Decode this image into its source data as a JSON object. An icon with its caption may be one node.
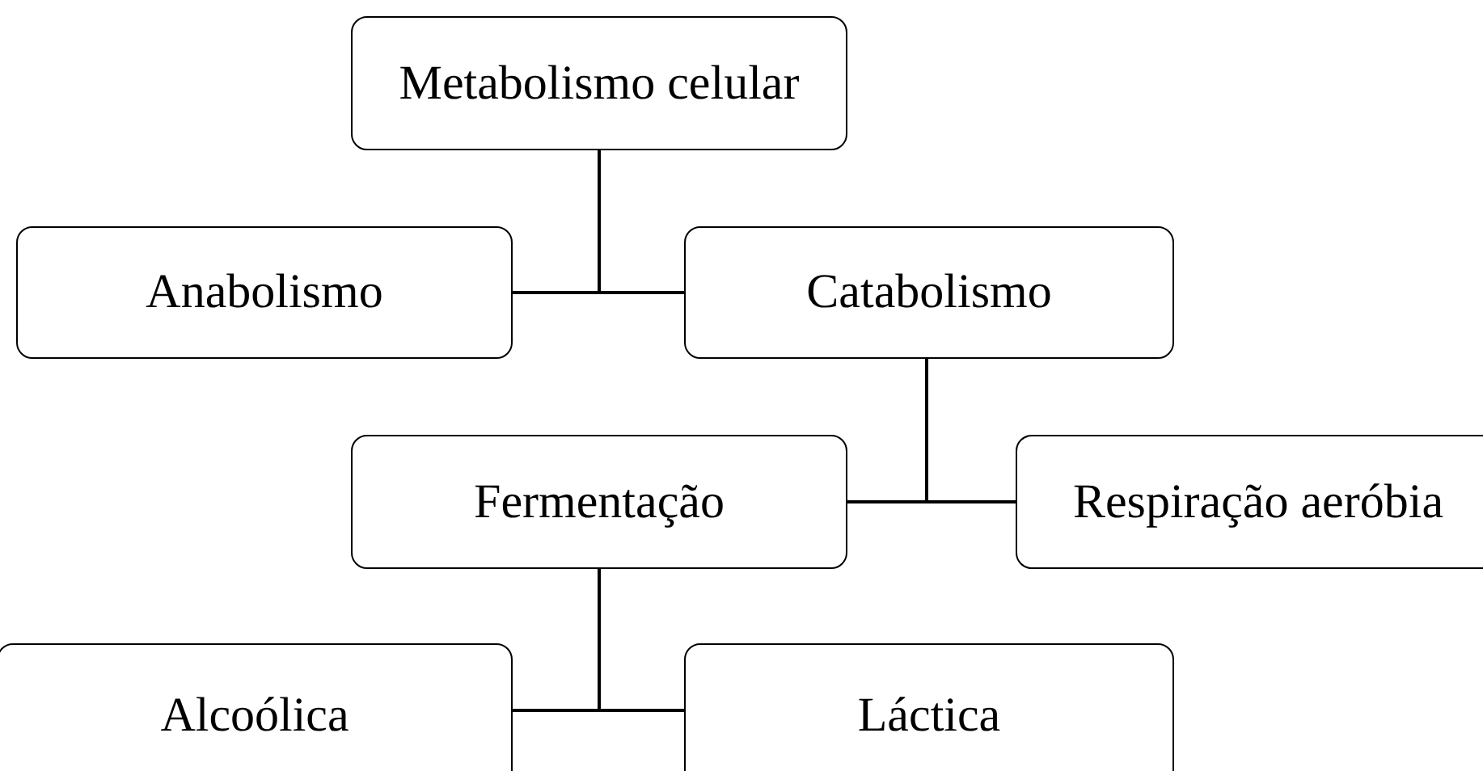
{
  "diagram": {
    "nodes": [
      {
        "text": [
          "Metabolismo celular"
        ]
      },
      {
        "text": [
          "Anabolismo"
        ]
      },
      {
        "text": [
          "Catabolismo"
        ]
      },
      {
        "text": [
          "Fermentação"
        ]
      },
      {
        "text": [
          "Respiração aeróbia"
        ]
      },
      {
        "text": [
          "Alcoólica"
        ]
      },
      {
        "text": [
          "Láctica"
        ]
      }
    ],
    "edges": [
      {
        "from": 0,
        "to": 1,
        "arrow": "none"
      },
      {
        "from": 0,
        "to": 2,
        "arrow": "none"
      },
      {
        "from": 2,
        "to": 3,
        "arrow": "none"
      },
      {
        "from": 2,
        "to": 4,
        "arrow": "none"
      },
      {
        "from": 3,
        "to": 5,
        "arrow": "none"
      },
      {
        "from": 3,
        "to": 6,
        "arrow": "none"
      }
    ]
  }
}
